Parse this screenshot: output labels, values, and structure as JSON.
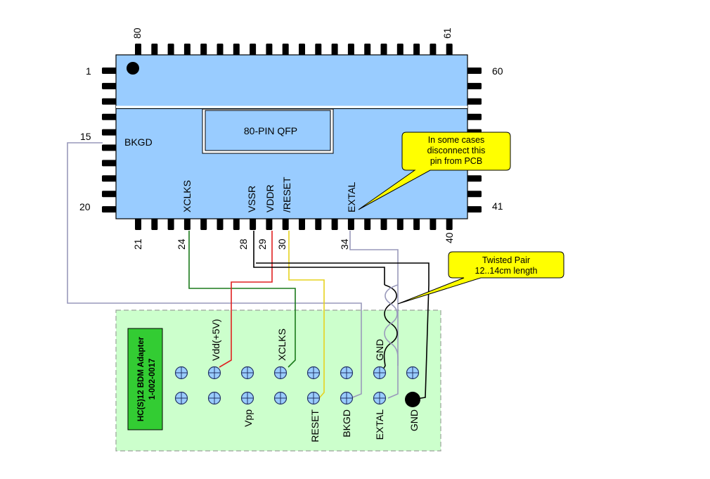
{
  "chip": {
    "package_label": "80-PIN QFP",
    "pad_label": "BKGD",
    "pin_numbers": {
      "p1": "1",
      "p15": "15",
      "p20": "20",
      "p21": "21",
      "p24": "24",
      "p28": "28",
      "p29": "29",
      "p30": "30",
      "p34": "34",
      "p40": "40",
      "p41": "41",
      "p60": "60",
      "p61": "61",
      "p80": "80"
    },
    "signal_labels": {
      "xclks": "XCLKS",
      "vssr": "VSSR",
      "vddr": "VDDR",
      "reset": "/RESET",
      "extal": "EXTAL"
    }
  },
  "callouts": {
    "disconnect": [
      "In some cases",
      "disconnect this",
      "pin from PCB"
    ],
    "twisted": [
      "Twisted Pair",
      "12..14cm  length"
    ]
  },
  "adapter": {
    "label_line1": "HC(S)12 BDM Adapter",
    "label_line2": "1-002-0017",
    "top_labels": {
      "vdd": "Vdd(+5V)",
      "xclks": "XCLKS",
      "gnd": "GND"
    },
    "bottom_labels": {
      "vpp": "Vpp",
      "reset": "RESET",
      "bkgd": "BKGD",
      "extal": "EXTAL",
      "gnd": "GND"
    }
  },
  "colors": {
    "chip_fill": "#99ccff",
    "adapter_fill": "#ccffcc",
    "label_box": "#33cc33",
    "callout_fill": "#ffff00",
    "wire_green": "#1a7a1a",
    "wire_red": "#e02020",
    "wire_yellow": "#e6d21e",
    "wire_gray": "#9999bb",
    "wire_black": "#000000"
  }
}
